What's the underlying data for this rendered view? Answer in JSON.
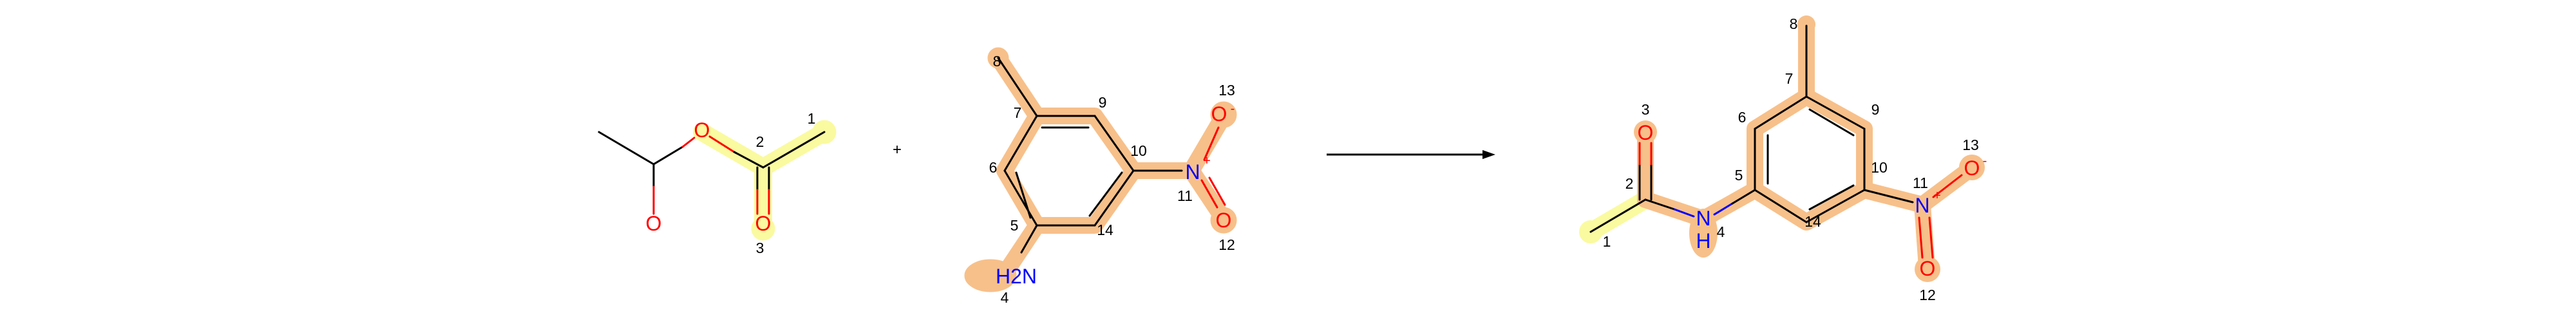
{
  "reaction": {
    "plus_sign": "+",
    "arrow": "→"
  },
  "colors": {
    "bond": "#000000",
    "oxygen": "#ff0000",
    "nitrogen": "#0000ff",
    "highlight_mapped": "#f7c08a",
    "highlight_reactive": "#fafaa0"
  },
  "reactant1": {
    "atoms": {
      "o_ester": "O",
      "o_carbonyl_left": "O",
      "o_carbonyl_right": "O"
    },
    "map_numbers": {
      "c1": "1",
      "c2": "2",
      "o3": "3"
    }
  },
  "reactant2": {
    "atoms": {
      "amine": "H2N",
      "nitro_n": "N",
      "nitro_n_charge": "+",
      "nitro_o_minus": "O",
      "nitro_o_minus_charge": "-",
      "nitro_o": "O"
    },
    "map_numbers": {
      "n4": "4",
      "c5": "5",
      "c6": "6",
      "c7": "7",
      "c8": "8",
      "c9": "9",
      "c10": "10",
      "n11": "11",
      "o12": "12",
      "o13": "13",
      "c14": "14"
    }
  },
  "product": {
    "atoms": {
      "amide_o": "O",
      "amide_n": "N",
      "amide_h": "H",
      "nitro_n": "N",
      "nitro_n_charge": "+",
      "nitro_o_minus": "O",
      "nitro_o_minus_charge": "-",
      "nitro_o": "O"
    },
    "map_numbers": {
      "c1": "1",
      "c2": "2",
      "o3": "3",
      "n4": "4",
      "c5": "5",
      "c6": "6",
      "c7": "7",
      "c8": "8",
      "c9": "9",
      "c10": "10",
      "n11": "11",
      "o12": "12",
      "o13": "13",
      "c14": "14"
    }
  }
}
